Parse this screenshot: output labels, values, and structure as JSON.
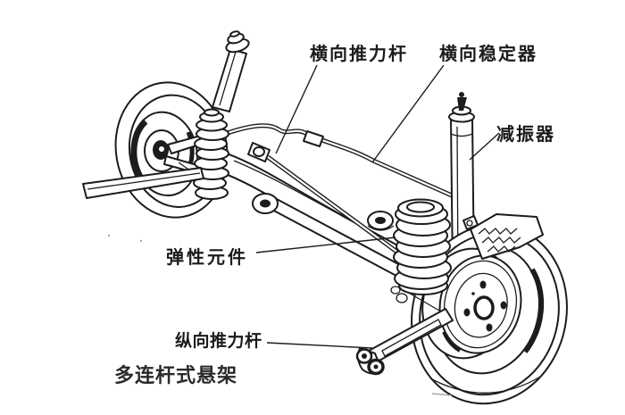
{
  "figure": {
    "caption": "多连杆式悬架",
    "labels": {
      "lateral_thrust_rod": "横向推力杆",
      "lateral_stabilizer": "横向稳定器",
      "shock_absorber": "减振器",
      "elastic_element": "弹性元件",
      "longitudinal_thrust_rod": "纵向推力杆"
    },
    "colors": {
      "ink": "#1c1c1c",
      "background": "#ffffff"
    }
  }
}
